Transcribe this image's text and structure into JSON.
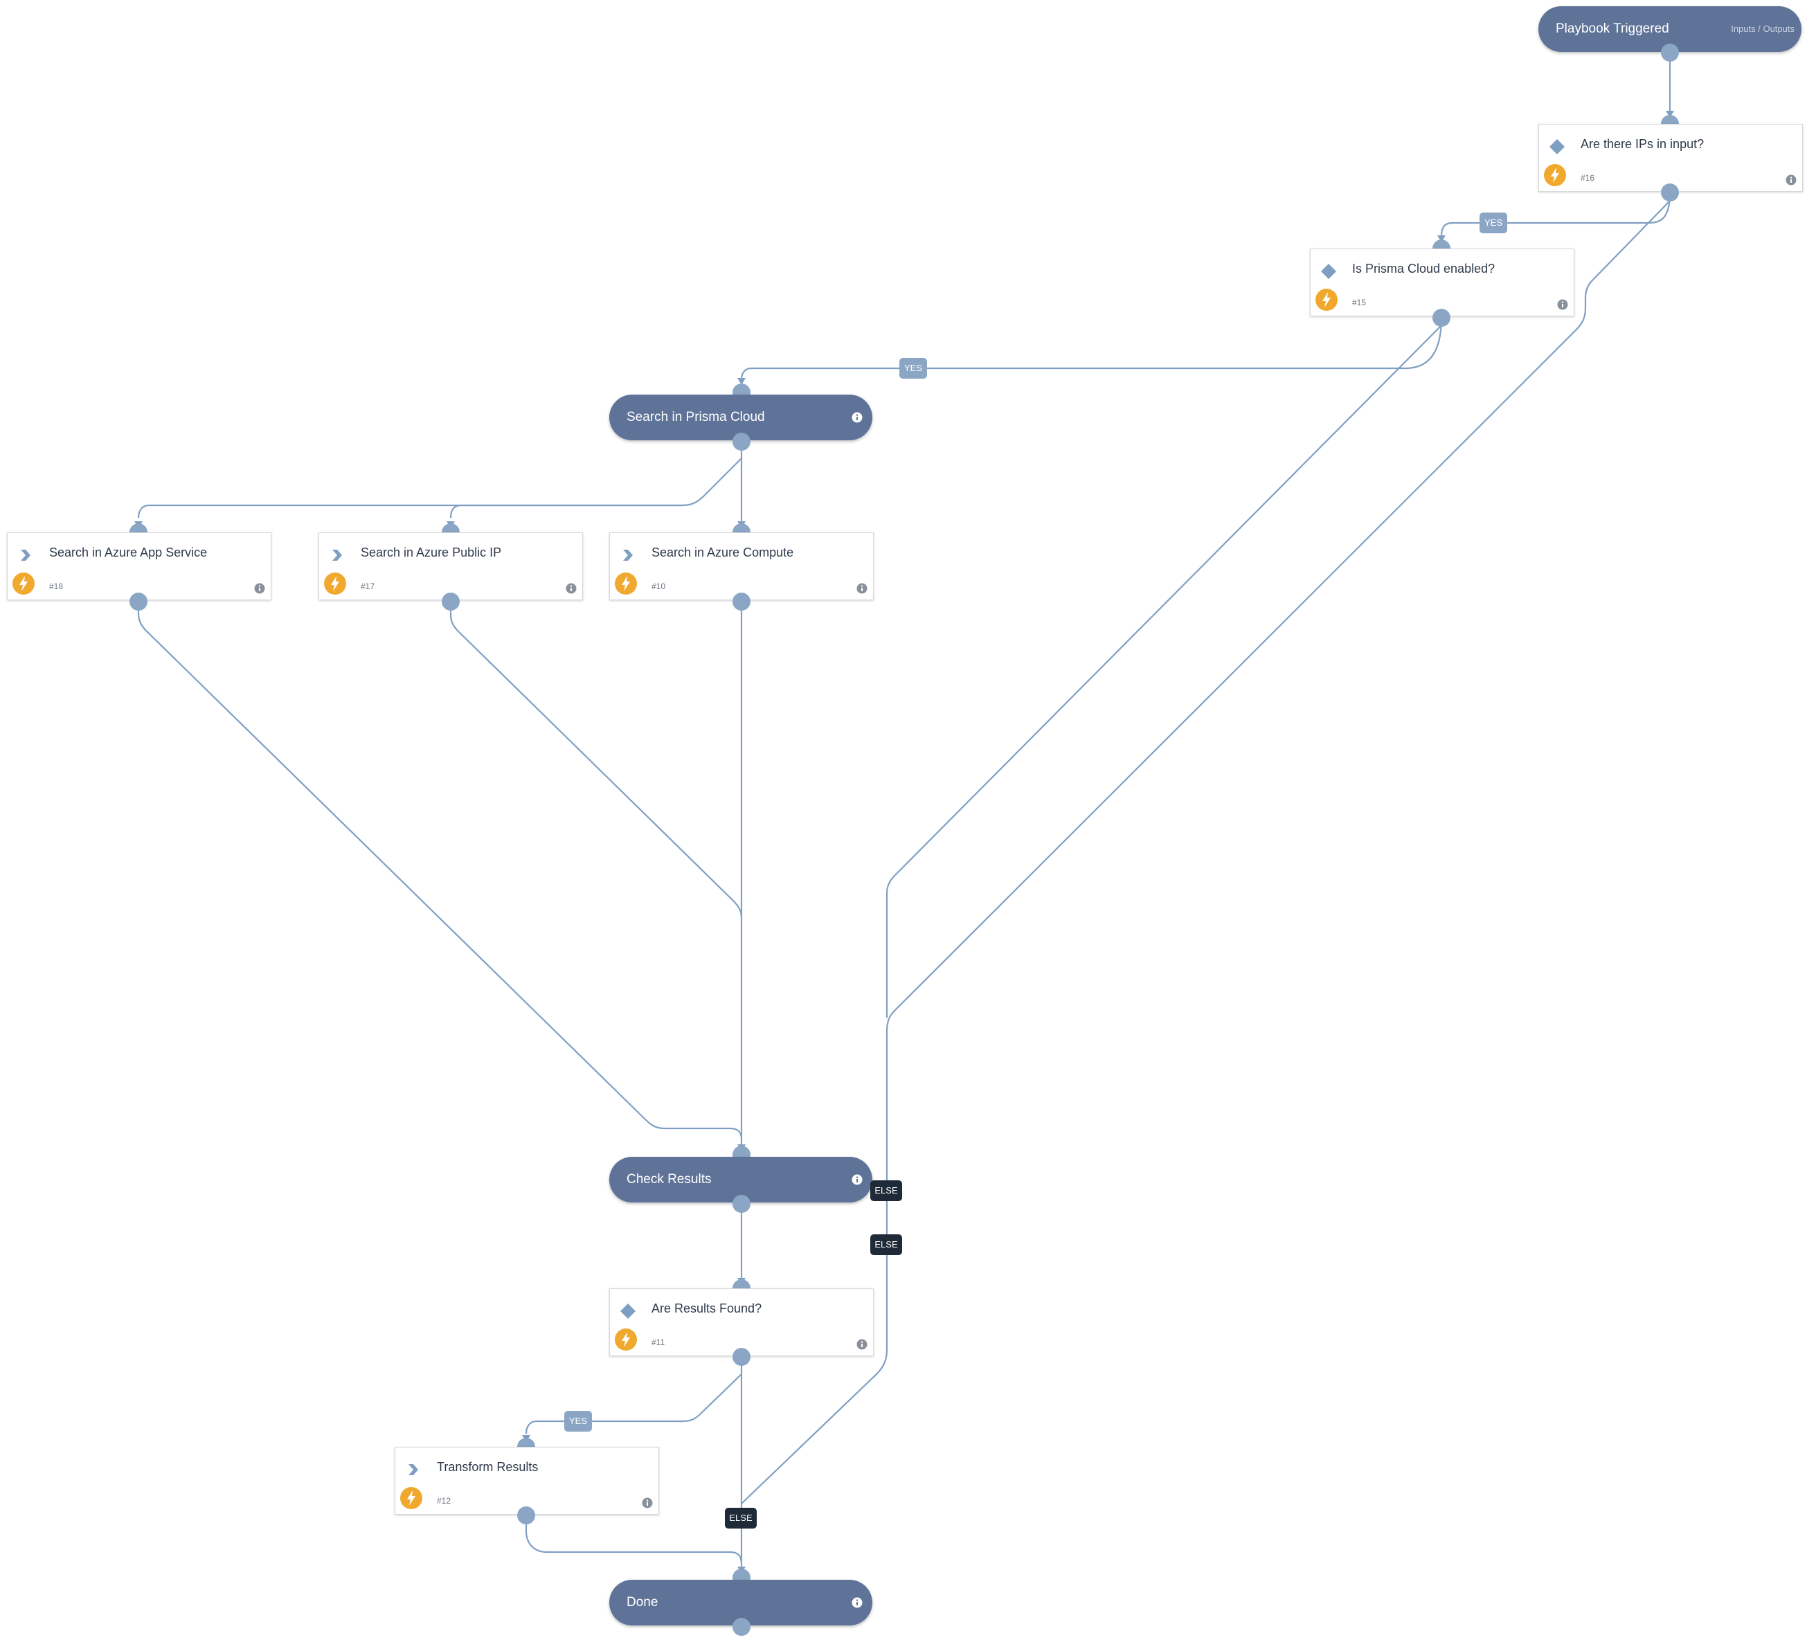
{
  "nodes": {
    "playbook_triggered": {
      "title": "Playbook Triggered",
      "io": "Inputs / Outputs"
    },
    "search_prisma": {
      "title": "Search in Prisma Cloud"
    },
    "check_results": {
      "title": "Check Results"
    },
    "done": {
      "title": "Done"
    },
    "ips_in_input": {
      "title": "Are there IPs in input?",
      "id": "#16",
      "kind": "condition"
    },
    "prisma_enabled": {
      "title": "Is Prisma Cloud enabled?",
      "id": "#15",
      "kind": "condition"
    },
    "azure_app_service": {
      "title": "Search in Azure App Service",
      "id": "#18",
      "kind": "playbook"
    },
    "azure_public_ip": {
      "title": "Search in Azure Public IP",
      "id": "#17",
      "kind": "playbook"
    },
    "azure_compute": {
      "title": "Search in Azure Compute",
      "id": "#10",
      "kind": "playbook"
    },
    "results_found": {
      "title": "Are Results Found?",
      "id": "#11",
      "kind": "condition"
    },
    "transform_results": {
      "title": "Transform Results",
      "id": "#12",
      "kind": "playbook"
    }
  },
  "edge_labels": {
    "yes_ips": "YES",
    "yes_prisma": "YES",
    "else_prisma": "ELSE",
    "else_ips": "ELSE",
    "yes_results": "YES",
    "else_results": "ELSE"
  },
  "colors": {
    "pill": "#5f7399",
    "edge": "#7f9fc2",
    "port": "#8ba6c4",
    "bolt": "#f0a92e",
    "else_label": "#1e2a38"
  },
  "icons": {
    "condition": "diamond-icon",
    "playbook": "chevron-icon",
    "automation": "lightning-icon",
    "info": "info-icon"
  }
}
